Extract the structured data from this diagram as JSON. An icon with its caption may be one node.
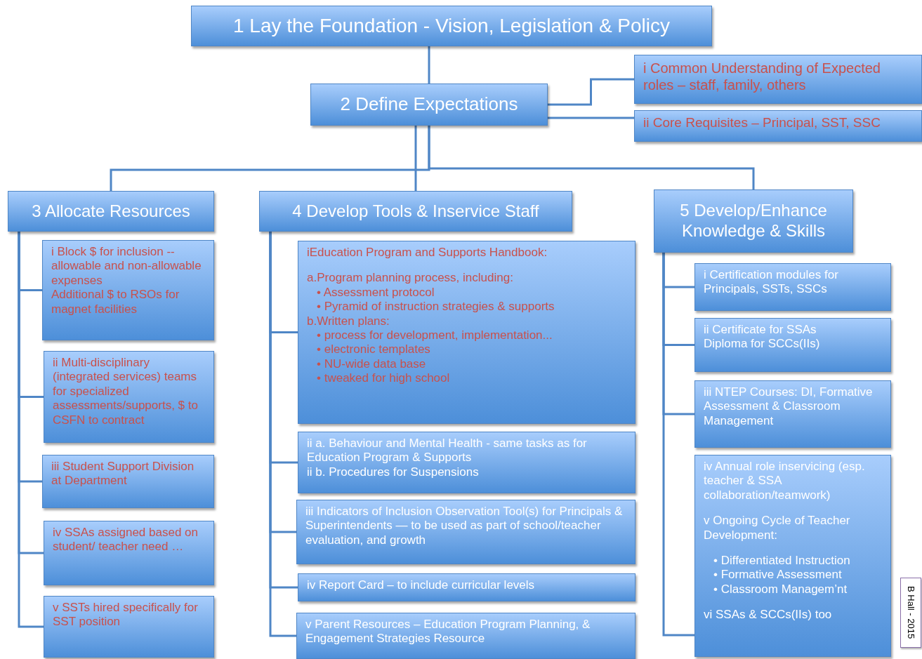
{
  "diagram": {
    "nodes": [
      {
        "text": [
          "1 Lay the Foundation - Vision, Legislation & Policy"
        ]
      },
      {
        "text": [
          "2 Define Expectations"
        ]
      },
      {
        "text": [
          "i Common Understanding of Expected roles – staff, family, others"
        ]
      },
      {
        "text": [
          "ii Core Requisites – Principal, SST, SSC"
        ]
      },
      {
        "text": [
          "3 Allocate Resources"
        ]
      },
      {
        "text": [
          "4 Develop Tools & Inservice Staff"
        ]
      },
      {
        "text": [
          "5 Develop/Enhance Knowledge & Skills"
        ]
      },
      {
        "text": [
          "i Block $ for inclusion -- allowable and non-allowable expenses",
          "Additional $ to RSOs for magnet facilities"
        ]
      },
      {
        "text": [
          "ii Multi-disciplinary (integrated services) teams for specialized assessments/supports, $ to CSFN to contract"
        ]
      },
      {
        "text": [
          "iii Student Support Division at Department"
        ]
      },
      {
        "text": [
          "iv SSAs assigned based on student/ teacher need …"
        ]
      },
      {
        "text": [
          "v SSTs hired specifically for SST position"
        ]
      },
      {
        "text": [
          "iEducation Program and Supports Handbook:",
          "a.Program planning process, including:",
          "• Assessment protocol",
          "• Pyramid of instruction strategies & supports",
          "b.Written plans:",
          "• process for development, implementation...",
          "• electronic templates",
          "• NU-wide data base",
          "• tweaked for high school"
        ]
      },
      {
        "text": [
          "ii a. Behaviour and Mental Health - same tasks as for Education Program & Supports",
          "ii b. Procedures for Suspensions"
        ]
      },
      {
        "text": [
          "iii Indicators of Inclusion Observation Tool(s) for Principals & Superintendents — to be used as part of school/teacher evaluation, and growth"
        ]
      },
      {
        "text": [
          "iv Report Card – to include curricular levels"
        ]
      },
      {
        "text": [
          "v Parent Resources – Education Program Planning, & Engagement Strategies Resource"
        ]
      },
      {
        "text": [
          "i Certification modules for Principals, SSTs, SSCs"
        ]
      },
      {
        "text": [
          "ii Certificate for SSAs",
          "Diploma for SCCs(IIs)"
        ]
      },
      {
        "text": [
          "iii NTEP Courses: DI, Formative Assessment & Classroom Management"
        ]
      },
      {
        "text": [
          "iv Annual role inservicing (esp. teacher & SSA collaboration/teamwork)",
          "v Ongoing Cycle of Teacher Development:",
          "• Differentiated Instruction",
          "• Formative Assessment",
          "• Classroom Managem’nt",
          "vi SSAs & SCCs(IIs) too"
        ]
      }
    ],
    "edges": [
      {
        "from": 0,
        "to": 1,
        "arrow": "none"
      },
      {
        "from": 1,
        "to": 2,
        "arrow": "none"
      },
      {
        "from": 1,
        "to": 3,
        "arrow": "none"
      },
      {
        "from": 1,
        "to": 4,
        "arrow": "none"
      },
      {
        "from": 1,
        "to": 5,
        "arrow": "none"
      },
      {
        "from": 1,
        "to": 6,
        "arrow": "none"
      },
      {
        "from": 4,
        "to": 7,
        "arrow": "none"
      },
      {
        "from": 4,
        "to": 8,
        "arrow": "none"
      },
      {
        "from": 4,
        "to": 9,
        "arrow": "none"
      },
      {
        "from": 4,
        "to": 10,
        "arrow": "none"
      },
      {
        "from": 4,
        "to": 11,
        "arrow": "none"
      },
      {
        "from": 5,
        "to": 12,
        "arrow": "none"
      },
      {
        "from": 5,
        "to": 13,
        "arrow": "none"
      },
      {
        "from": 5,
        "to": 14,
        "arrow": "none"
      },
      {
        "from": 5,
        "to": 15,
        "arrow": "none"
      },
      {
        "from": 5,
        "to": 16,
        "arrow": "none"
      },
      {
        "from": 6,
        "to": 17,
        "arrow": "none"
      },
      {
        "from": 6,
        "to": 18,
        "arrow": "none"
      },
      {
        "from": 6,
        "to": 19,
        "arrow": "none"
      },
      {
        "from": 6,
        "to": 20,
        "arrow": "none"
      }
    ],
    "labels": [
      "B Hall - 2015"
    ]
  }
}
